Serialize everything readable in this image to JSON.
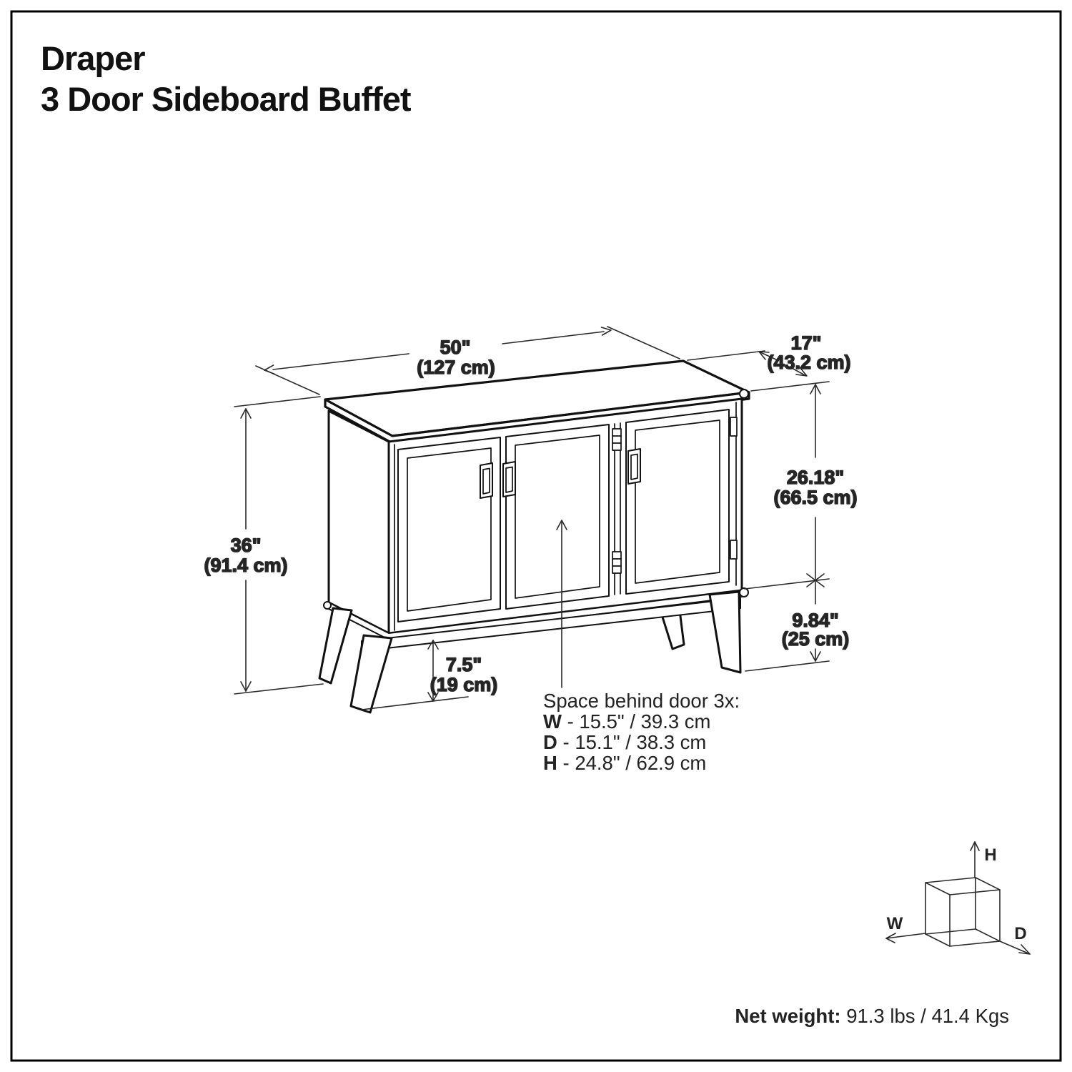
{
  "colors": {
    "ink": "#111111",
    "dim_line": "#2a2a2a",
    "background": "#ffffff"
  },
  "title": {
    "line1": "Draper",
    "line2": "3 Door Sideboard Buffet"
  },
  "dimensions": {
    "width": {
      "inches": "50\"",
      "metric": "(127 cm)"
    },
    "depth": {
      "inches": "17\"",
      "metric": "(43.2 cm)"
    },
    "overall_height": {
      "inches": "36\"",
      "metric": "(91.4 cm)"
    },
    "cabinet_height": {
      "inches": "26.18\"",
      "metric": "(66.5 cm)"
    },
    "leg_height": {
      "inches": "9.84\"",
      "metric": "(25 cm)"
    },
    "floor_clearance": {
      "inches": "7.5\"",
      "metric": "(19 cm)"
    }
  },
  "space_behind_door": {
    "heading": "Space behind door 3x:",
    "rows": [
      {
        "label": "W",
        "value": " - 15.5\" / 39.3 cm"
      },
      {
        "label": "D",
        "value": " - 15.1\" / 38.3 cm"
      },
      {
        "label": "H",
        "value": " - 24.8\" / 62.9 cm"
      }
    ]
  },
  "axis_cube": {
    "height_label": "H",
    "width_label": "W",
    "depth_label": "D"
  },
  "net_weight": {
    "label": "Net weight:",
    "value": " 91.3 lbs / 41.4 Kgs"
  }
}
